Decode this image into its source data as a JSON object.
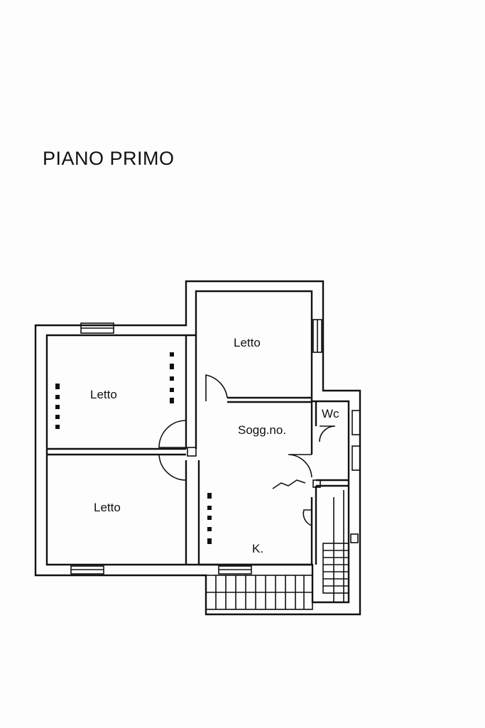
{
  "title": "PIANO PRIMO",
  "rooms": {
    "bedroom_top": "Letto",
    "bedroom_left": "Letto",
    "bedroom_bottom": "Letto",
    "living": "Sogg.no.",
    "wc": "Wc",
    "kitchen": "K."
  }
}
